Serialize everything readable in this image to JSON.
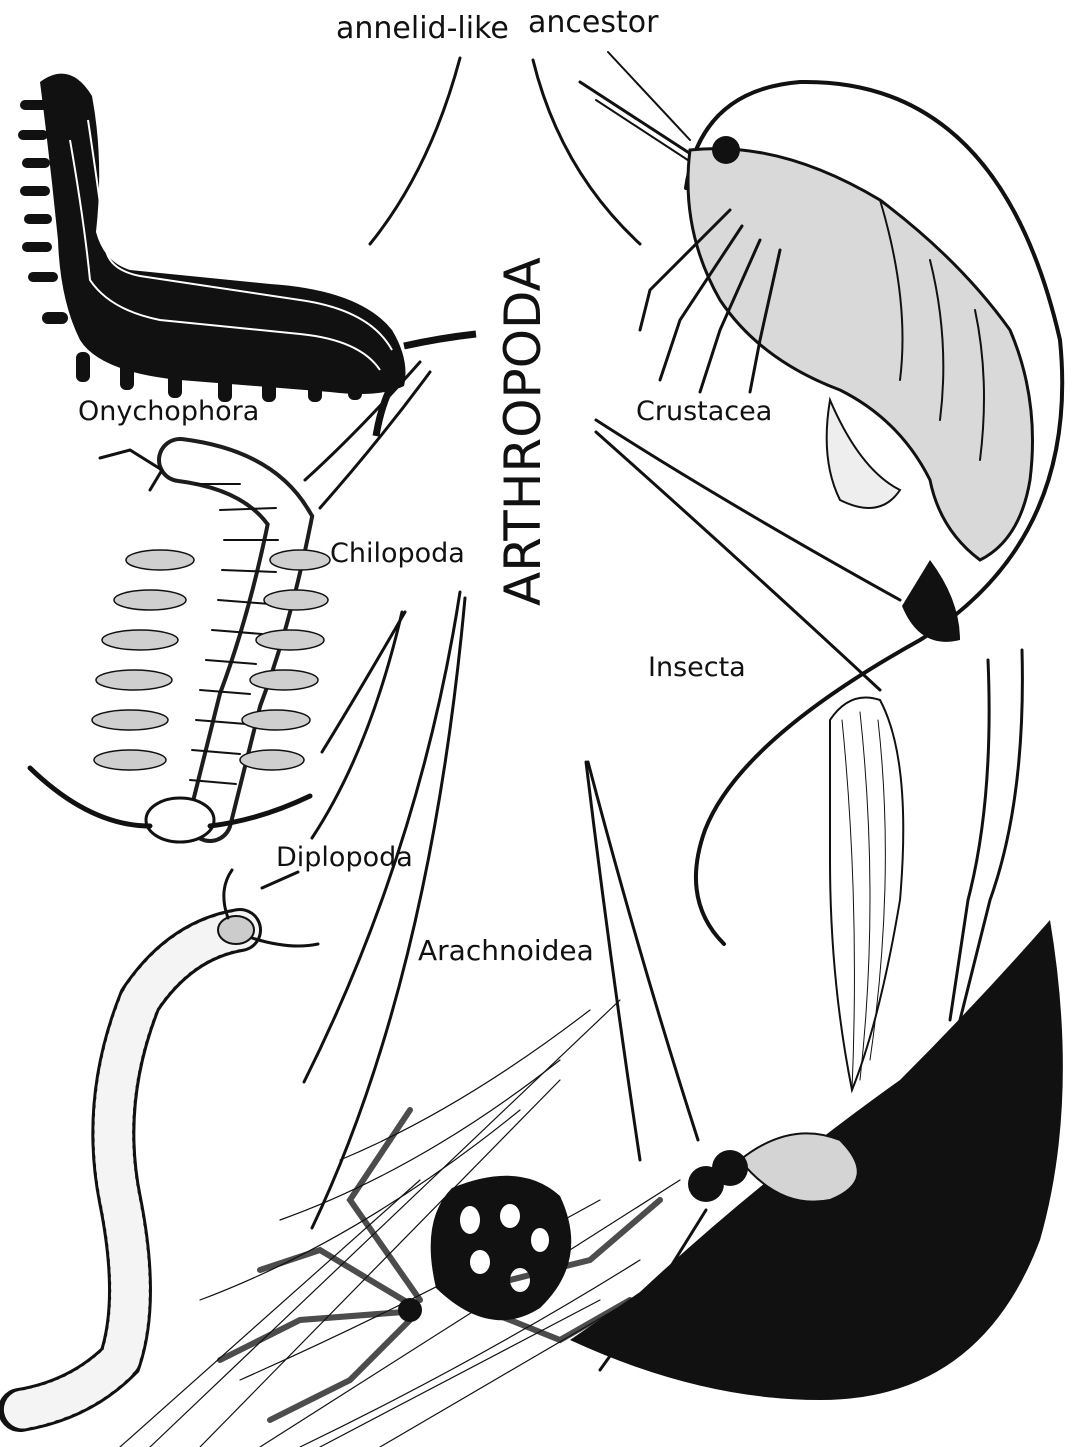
{
  "title_left": "annelid-like",
  "title_right": "ancestor",
  "phylum": "ARTHROPODA",
  "groups": {
    "onychophora": "Onychophora",
    "crustacea": "Crustacea",
    "chilopoda": "Chilopoda",
    "insecta": "Insecta",
    "diplopoda": "Diplopoda",
    "arachnoidea": "Arachnoidea"
  },
  "palette": {
    "ink": "#111111",
    "paper": "#ffffff",
    "stipple": "#d9d9d9"
  }
}
